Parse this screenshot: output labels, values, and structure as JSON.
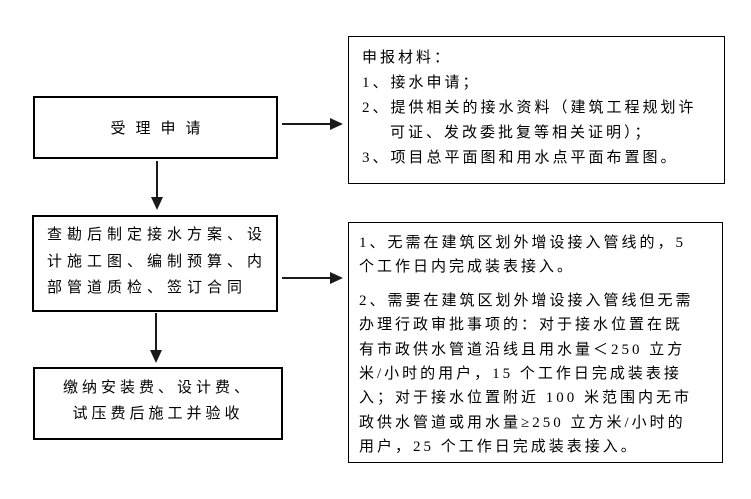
{
  "canvas": {
    "background": "#ffffff",
    "box_border_color": "#000000",
    "text_color": "#000000",
    "arrow_color": "#1a1a1a"
  },
  "nodes": {
    "step1": {
      "label": "受理申请"
    },
    "step2": {
      "lines": [
        "查勘后制定接水方案、设",
        "计施工图、编制预算、内",
        "部管道质检、签订合同"
      ]
    },
    "step3": {
      "lines": [
        "缴纳安装费、设计费、",
        "试压费后施工并验收"
      ]
    }
  },
  "notes": {
    "materials": {
      "lines": [
        "申报材料：",
        "1、接水申请；",
        "2、提供相关的接水资料（建筑工程规划许",
        "可证、发改委批复等相关证明）；",
        "3、项目总平面图和用水点平面布置图。"
      ]
    },
    "timelines": {
      "para1": [
        "1、无需在建筑区划外增设接入管线的，5",
        "个工作日内完成装表接入。"
      ],
      "para2": [
        "2、需要在建筑区划外增设接入管线但无需",
        "办理行政审批事项的：对于接水位置在既",
        "有市政供水管道沿线且用水量＜250 立方",
        "米/小时的用户，15 个工作日完成装表接",
        "入；对于接水位置附近 100 米范围内无市",
        "政供水管道或用水量≥250 立方米/小时的",
        "用户，25 个工作日完成装表接入。"
      ]
    }
  }
}
